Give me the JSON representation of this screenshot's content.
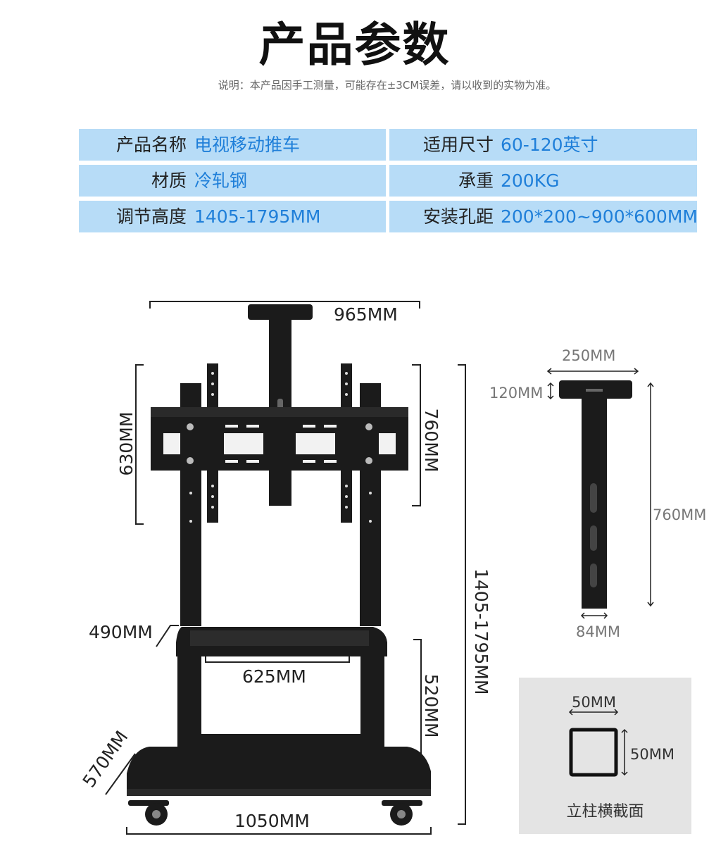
{
  "title": "产品参数",
  "note": "说明：本产品因手工测量，可能存在±3CM误差，请以收到的实物为准。",
  "specs": [
    {
      "left_label": "产品名称",
      "left_value": "电视移动推车",
      "right_label": "适用尺寸",
      "right_value": "60-120英寸"
    },
    {
      "left_label": "材质",
      "left_value": "冷轧钢",
      "right_label": "承重",
      "right_value": "200KG"
    },
    {
      "left_label": "调节高度",
      "left_value": "1405-1795MM",
      "right_label": "安装孔距",
      "right_value": "200*200~900*600MM"
    }
  ],
  "dimensions": {
    "width_top": "965MM",
    "mount_height": "760MM",
    "mount_width": "630MM",
    "total_height": "1405-1795MM",
    "shelf_depth": "490MM",
    "shelf_width": "625MM",
    "shelf_height": "520MM",
    "base_depth": "570MM",
    "base_width": "1050MM"
  },
  "bracket": {
    "width": "250MM",
    "top_height": "120MM",
    "length": "760MM",
    "post_width": "84MM"
  },
  "cross_section": {
    "width": "50MM",
    "height": "50MM",
    "caption": "立柱横截面"
  },
  "colors": {
    "accent": "#1f7fd9",
    "band": "#b7dcf7",
    "frame": "#1b1b1b"
  }
}
